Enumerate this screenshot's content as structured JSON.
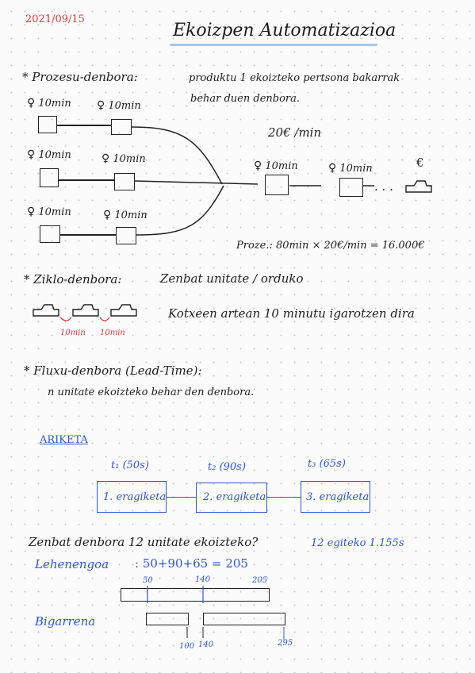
{
  "date": "2021/09/15",
  "title": "Ekoizpen Automatizazioa",
  "process": {
    "heading": "* Prozesu-denbora:",
    "desc_line1": "produktu 1 ekoizteko pertsona bakarrak",
    "desc_line2": "behar duen denbora.",
    "worker_label": "10min",
    "rate": "20€ /min",
    "euro": "€",
    "dots": ". . .",
    "total": "Proze.: 80min × 20€/min = 16.000€"
  },
  "cycle": {
    "heading": "* Ziklo-denbora:",
    "subtitle": "Zenbat unitate / orduko",
    "desc": "Kotxeen artean 10 minutu igarotzen dira",
    "gap1": "10min",
    "gap2": "10min"
  },
  "lead": {
    "heading": "* Fluxu-denbora (Lead-Time):",
    "desc": "n unitate ekoizteko behar den denbora."
  },
  "exercise": {
    "title": "ARIKETA",
    "t1": "t₁ (50s)",
    "t2": "t₂ (90s)",
    "t3": "t₃ (65s)",
    "op1": "1. eragiketa",
    "op2": "2. eragiketa",
    "op3": "3. eragiketa",
    "question": "Zenbat denbora 12 unitate ekoizteko?",
    "answer": "12 egiteko 1.155s",
    "first_label": "Lehenengoa",
    "first_eq": ": 50+90+65 = 205",
    "tick50": "50",
    "tick140": "140",
    "tick205": "205",
    "second_label": "Bigarrena",
    "b100": "100",
    "b140": "140",
    "b295": "295"
  },
  "colors": {
    "ink": "#1d1d1d",
    "red": "#d93a3a",
    "blue": "#2f55d4",
    "title_underline": "#a9c6ea"
  }
}
